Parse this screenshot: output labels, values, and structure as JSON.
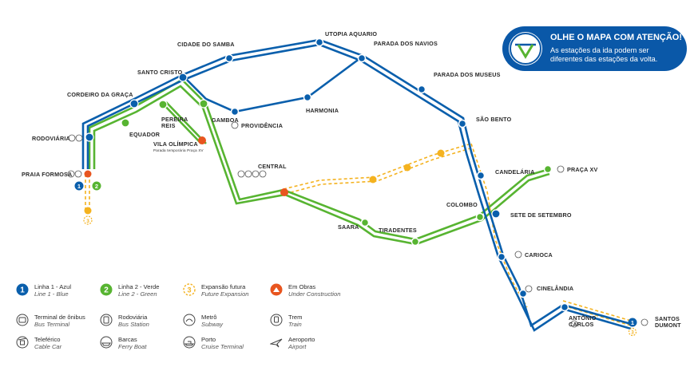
{
  "callout": {
    "title": "OLHE O MAPA COM ATENÇÃO!",
    "line1": "As estações da ida podem ser",
    "line2": "diferentes das estações da volta."
  },
  "stations": {
    "utopia": "UTOPIA AQUARIO",
    "cidade_samba": "CIDADE DO SAMBA",
    "parada_navios": "PARADA DOS NAVIOS",
    "parada_museus": "PARADA DOS MUSEUS",
    "santo_cristo": "SANTO CRISTO",
    "cordeiro": "CORDEIRO DA GRAÇA",
    "harmonia": "HARMONIA",
    "gamboa": "GAMBOA",
    "providencia": "PROVIDÊNCIA",
    "pereira_reis_1": "PEREIRA",
    "pereira_reis_2": "REIS",
    "equador": "EQUADOR",
    "rodoviaria": "RODOVIÁRIA",
    "vila_olimpica": "VILA OLÍMPICA",
    "vila_olimpica_sub": "Parada temporária Praça XV",
    "sao_bento": "SÃO BENTO",
    "candelaria": "CANDELÁRIA",
    "praca_xv": "PRAÇA XV",
    "praia_formosa": "PRAIA FORMOSA",
    "central": "CENTRAL",
    "colombo": "COLOMBO",
    "sete_setembro": "SETE DE SETEMBRO",
    "saara": "SAARA",
    "tiradentes": "TIRADENTES",
    "carioca": "CARIOCA",
    "cinelandia": "CINELÂNDIA",
    "antonio_carlos_1": "ANTÔNIO",
    "antonio_carlos_2": "CARLOS",
    "santos_dumont_1": "SANTOS",
    "santos_dumont_2": "DUMONT"
  },
  "badges": {
    "line1": "1",
    "line2": "2",
    "future": "3"
  },
  "legend": {
    "line1": {
      "label": "Linha 1 - Azul",
      "sub": "Line 1 - Blue",
      "num": "1"
    },
    "line2": {
      "label": "Linha 2 - Verde",
      "sub": "Line 2 - Green",
      "num": "2"
    },
    "future": {
      "label": "Expansão futura",
      "sub": "Future Expansion",
      "num": "3"
    },
    "works": {
      "label": "Em Obras",
      "sub": "Under Construction"
    },
    "bus_terminal": {
      "label": "Terminal de ônibus",
      "sub": "Bus Terminal"
    },
    "bus_station": {
      "label": "Rodoviária",
      "sub": "Bus Station"
    },
    "subway": {
      "label": "Metrô",
      "sub": "Subway"
    },
    "train": {
      "label": "Trem",
      "sub": "Train"
    },
    "cable_car": {
      "label": "Teleférico",
      "sub": "Cable Car"
    },
    "ferry": {
      "label": "Barcas",
      "sub": "Ferry Boat"
    },
    "cruise": {
      "label": "Porto",
      "sub": "Cruise Terminal"
    },
    "airport": {
      "label": "Aeroporto",
      "sub": "Airport"
    }
  },
  "colors": {
    "blue": "#0a5fac",
    "green": "#57b431",
    "yellow": "#f4b21f",
    "orange": "#e8551f"
  }
}
